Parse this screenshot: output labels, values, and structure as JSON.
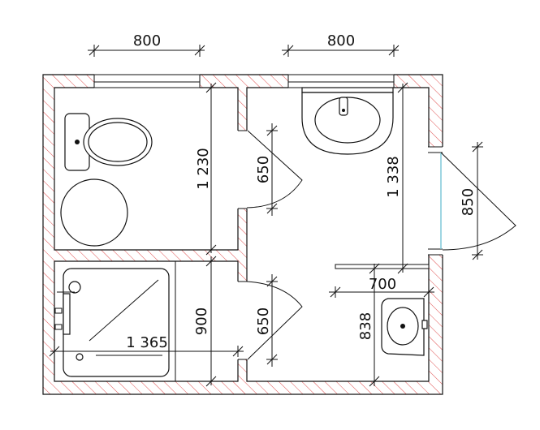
{
  "dimensions": {
    "window_left": "800",
    "window_right": "800",
    "wc_room_depth": "1 230",
    "door_wc": "650",
    "door_bath": "650",
    "bath_room_depth": "900",
    "bath_length": "1 365",
    "hall_depth": "1 338",
    "entrance_door": "850",
    "vanity_width": "700",
    "vanity_depth": "838"
  },
  "colors": {
    "wall_hatch": "#e05050",
    "line": "#111111",
    "entrance_glass": "#7fc8d8"
  }
}
